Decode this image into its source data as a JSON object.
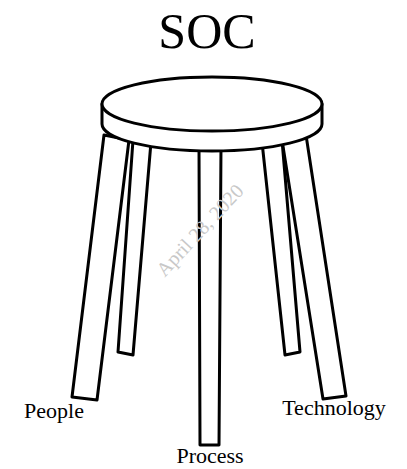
{
  "diagram": {
    "title": "SOC",
    "labels": [
      "People",
      "Process",
      "Technology",
      "April 28, 2020"
    ]
  }
}
